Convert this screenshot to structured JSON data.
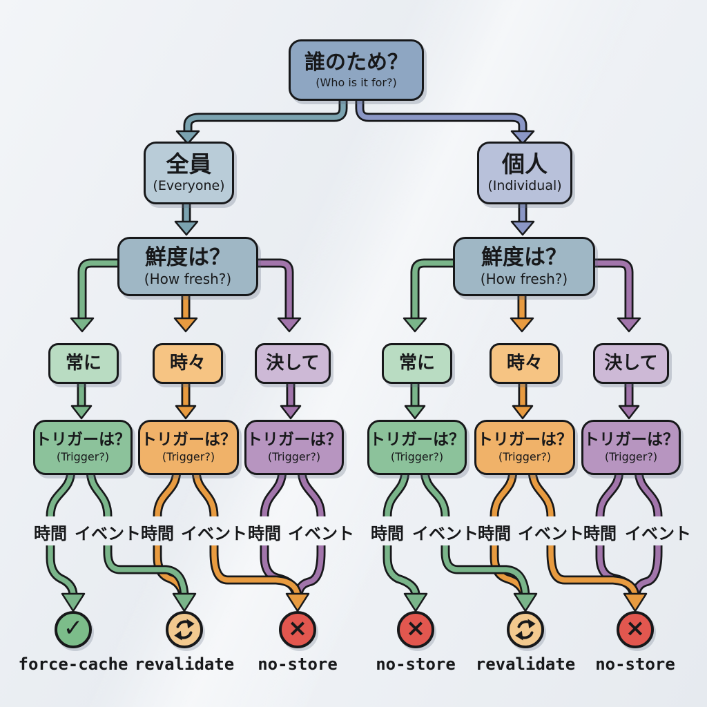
{
  "title": "cache-strategy-decision-tree",
  "colors": {
    "green_line": "#7ab58a",
    "orange_line": "#e89b40",
    "purple_line": "#a275ab",
    "teal_line": "#7ba3b0",
    "lavender_line": "#8b97c6",
    "success_circle": "#7cbd8a",
    "warning_circle": "#f2c98f",
    "danger_circle": "#e2574f"
  },
  "root": {
    "jp": "誰のため？",
    "en": "(Who is it for?)"
  },
  "freshness": {
    "jp": "鮮度は？",
    "en": "(How fresh?)"
  },
  "trigger": {
    "jp": "トリガーは？",
    "en": "(Trigger?)"
  },
  "frequency": {
    "always": "常に",
    "sometimes": "時々",
    "never": "決して"
  },
  "trigger_options": {
    "time": "時間",
    "event": "イベント"
  },
  "icons": {
    "check": "✓",
    "cross": "×",
    "refresh": "refresh-arrows"
  },
  "sides": [
    {
      "branch": {
        "jp": "全員",
        "en": "(Everyone)"
      },
      "outcomes": [
        {
          "label": "force-cache",
          "icon": "check"
        },
        {
          "label": "revalidate",
          "icon": "refresh"
        },
        {
          "label": "no-store",
          "icon": "cross"
        }
      ]
    },
    {
      "branch": {
        "jp": "個人",
        "en": "(Individual)"
      },
      "outcomes": [
        {
          "label": "no-store",
          "icon": "cross"
        },
        {
          "label": "revalidate",
          "icon": "refresh"
        },
        {
          "label": "no-store",
          "icon": "cross"
        }
      ]
    }
  ]
}
